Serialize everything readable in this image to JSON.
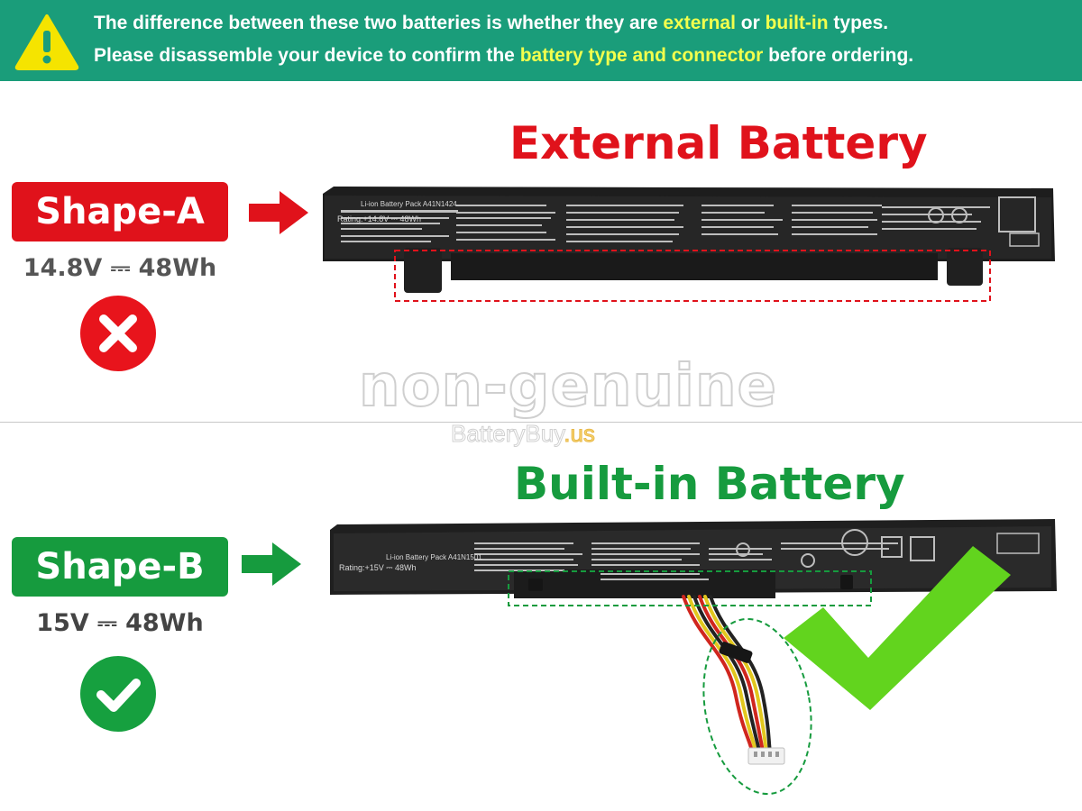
{
  "banner": {
    "line1_pre": "The difference between these two batteries is whether they are ",
    "line1_hl1": "external",
    "line1_mid": " or ",
    "line1_hl2": "built-in",
    "line1_post": " types.",
    "line2_pre": "Please disassemble your device to confirm the ",
    "line2_hl": "battery type and connector",
    "line2_post": " before ordering.",
    "icon": "warning-triangle-icon",
    "background": "#1a9d7a",
    "highlight_color": "#f2ff4d"
  },
  "shape_a": {
    "title": "External Battery",
    "badge": "Shape-A",
    "spec": "14.8V ⎓ 48Wh",
    "status_icon": "cross-icon",
    "color": "#e0121b",
    "battery_rating": "Rating:+14.8V ⎓ 48Wh",
    "battery_pack": "Li-ion Battery Pack A41N1424"
  },
  "shape_b": {
    "title": "Built-in Battery",
    "badge": "Shape-B",
    "spec": "15V ⎓ 48Wh",
    "status_icon": "check-icon",
    "color": "#169b3e",
    "battery_rating": "Rating:+15V ⎓ 48Wh",
    "battery_pack": "Li-ion Battery Pack A41N1501",
    "check_mark_color": "#62d41e"
  },
  "watermark": {
    "main": "non-genuine",
    "site": "BatteryBuy",
    "site_tld": ".us"
  }
}
